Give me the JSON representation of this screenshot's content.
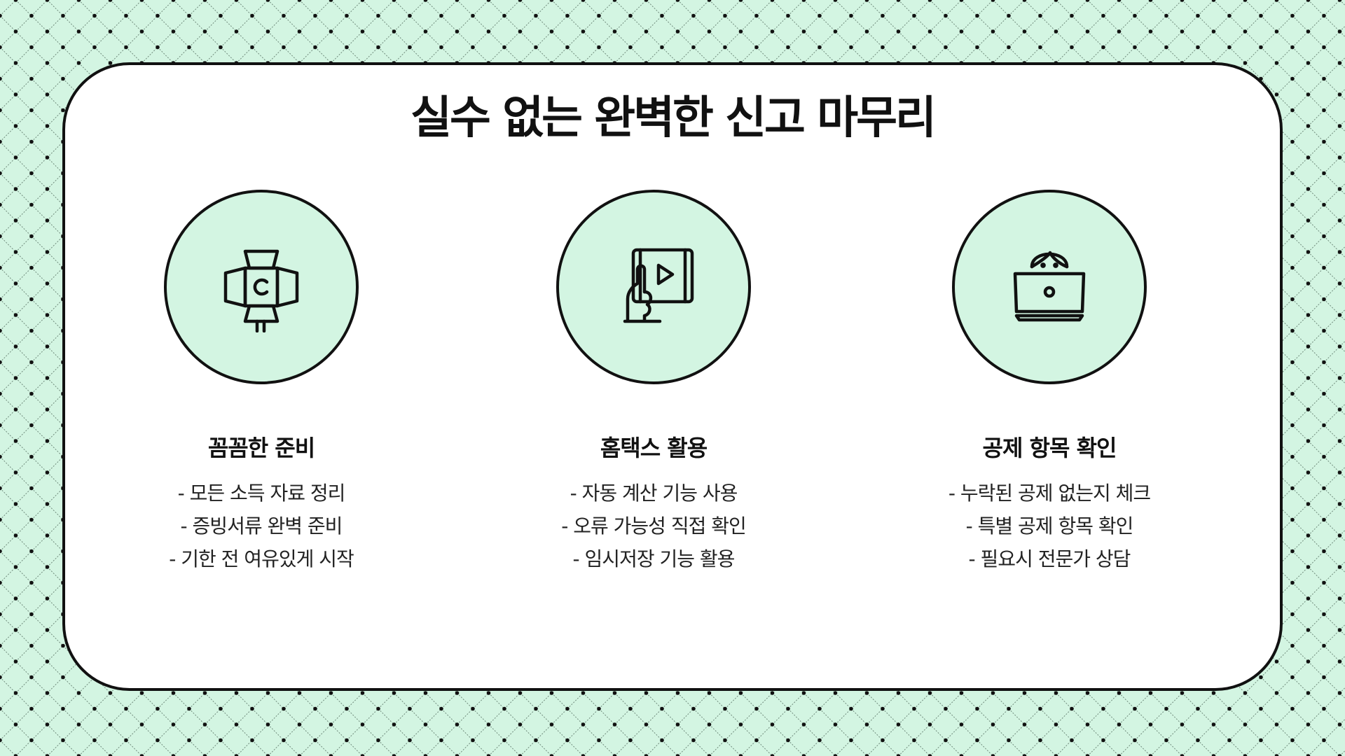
{
  "slide": {
    "title": "실수 없는 완벽한 신고 마무리",
    "colors": {
      "background": "#d3f5e2",
      "card": "#ffffff",
      "outline": "#111111",
      "icon_fill": "#d3f5e2"
    },
    "features": [
      {
        "icon": "studio-light-icon",
        "title": "꼼꼼한 준비",
        "items": [
          "- 모든 소득 자료 정리",
          "- 증빙서류 완벽 준비",
          "- 기한 전 여유있게 시작"
        ]
      },
      {
        "icon": "tablet-video-icon",
        "title": "홈택스 활용",
        "items": [
          "- 자동 계산 기능 사용",
          "- 오류 가능성 직접 확인",
          "- 임시저장 기능 활용"
        ]
      },
      {
        "icon": "person-laptop-icon",
        "title": "공제 항목 확인",
        "items": [
          "- 누락된 공제 없는지 체크",
          "- 특별 공제 항목 확인",
          "- 필요시 전문가 상담"
        ]
      }
    ]
  }
}
